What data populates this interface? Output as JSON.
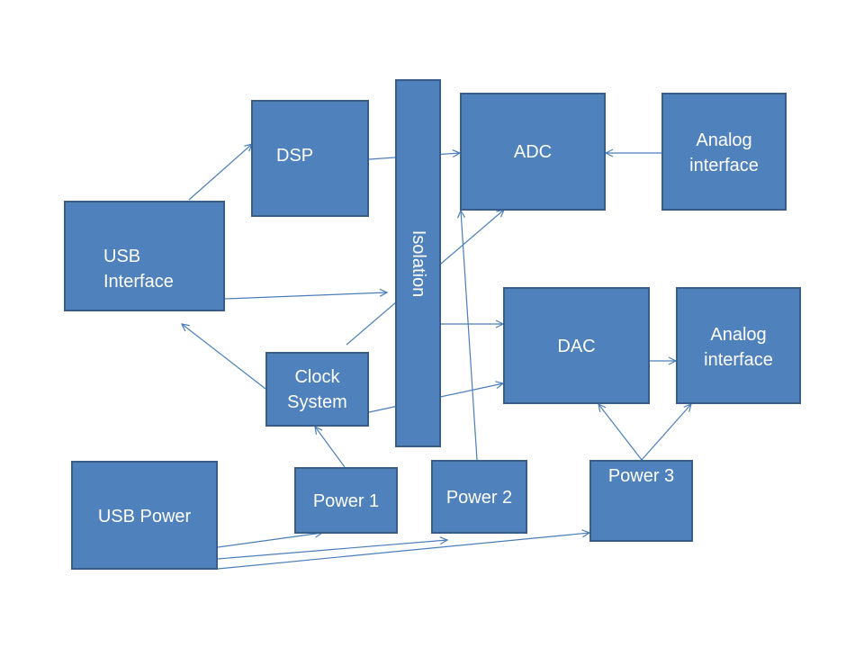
{
  "blocks": {
    "dsp": "DSP",
    "usb_interface": [
      "USB",
      "Interface"
    ],
    "isolation": "Isolation",
    "adc": "ADC",
    "analog_interface_top": [
      "Analog",
      "interface"
    ],
    "dac": "DAC",
    "analog_interface_bottom": [
      "Analog",
      "interface"
    ],
    "clock_system": [
      "Clock",
      "System"
    ],
    "usb_power": "USB Power",
    "power_1": "Power 1",
    "power_2": "Power 2",
    "power_3": "Power 3"
  },
  "colors": {
    "block_fill": "#4f81bd",
    "block_border": "#385d8a",
    "arrow": "#4a7ebb",
    "text": "#ffffff"
  }
}
